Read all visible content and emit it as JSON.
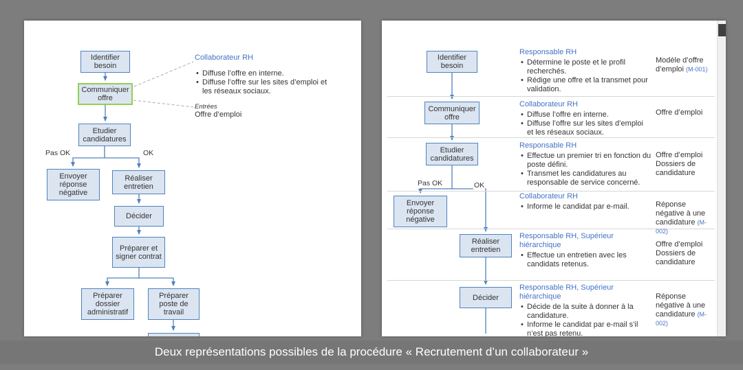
{
  "caption": "Deux représentations possibles de la procédure « Recrutement d’un collaborateur »",
  "colors": {
    "background_gray": "#7d7d7d",
    "box_fill": "#dbe5f1",
    "box_border": "#4f81bd",
    "green_highlight": "#92d050",
    "accent_blue": "#4472c4",
    "arrow_blue": "#4f81bd"
  },
  "left": {
    "nodes": {
      "identifier": "Identifier besoin",
      "communiquer": "Communiquer offre",
      "etudier": "Etudier candidatures",
      "envoyer": "Envoyer réponse négative",
      "realiser": "Réaliser entretien",
      "decider": "Décider",
      "contrat": "Préparer et signer contrat",
      "dossier": "Préparer dossier administratif",
      "poste": "Préparer poste de travail"
    },
    "branch": {
      "no": "Pas OK",
      "yes": "OK"
    },
    "annotation": {
      "role": "Collaborateur RH",
      "bullets": [
        "Diffuse l’offre en interne.",
        "Diffuse l’offre sur les sites d’emploi et les réseaux sociaux."
      ],
      "entrees_label": "Entrées",
      "entrees_value": "Offre d’emploi"
    }
  },
  "right": {
    "branch": {
      "no": "Pas OK",
      "yes": "OK"
    },
    "rows": [
      {
        "node": "Identifier besoin",
        "role": "Responsable RH",
        "bullets": [
          "Détermine le poste et le profil recherchés.",
          "Rédige une offre et la transmet pour validation."
        ],
        "docs": [
          {
            "text": "Modèle d’offre d’emploi",
            "ref": "(M-001)"
          }
        ]
      },
      {
        "node": "Communiquer offre",
        "role": "Collaborateur RH",
        "bullets": [
          "Diffuse l’offre en interne.",
          "Diffuse l’offre sur les sites d’emploi et les réseaux sociaux."
        ],
        "docs": [
          {
            "text": "Offre d’emploi",
            "ref": ""
          }
        ]
      },
      {
        "node": "Etudier candidatures",
        "role": "Responsable RH",
        "bullets": [
          "Effectue un premier tri en fonction du poste défini.",
          "Transmet les candidatures au responsable de service concerné."
        ],
        "docs": [
          {
            "text": "Offre d’emploi",
            "ref": ""
          },
          {
            "text": "Dossiers de candidature",
            "ref": ""
          }
        ]
      },
      {
        "node": "Envoyer réponse négative",
        "role": "Collaborateur RH",
        "bullets": [
          "Informe le candidat par e-mail."
        ],
        "docs": [
          {
            "text": "Réponse négative à une candidature",
            "ref": "(M-002)"
          }
        ]
      },
      {
        "node": "Réaliser entretien",
        "role": "Responsable RH, Supérieur hiérarchique",
        "bullets": [
          "Effectue un entretien avec les candidats retenus."
        ],
        "docs": [
          {
            "text": "Offre d’emploi",
            "ref": ""
          },
          {
            "text": "Dossiers de candidature",
            "ref": ""
          }
        ]
      },
      {
        "node": "Décider",
        "role": "Responsable RH, Supérieur hiérarchique",
        "bullets": [
          "Décide de la suite à donner à la candidature.",
          "Informe le candidat par e-mail s’il n’est pas retenu."
        ],
        "docs": [
          {
            "text": "Réponse négative à une candidature",
            "ref": "(M-002)"
          }
        ]
      }
    ]
  }
}
